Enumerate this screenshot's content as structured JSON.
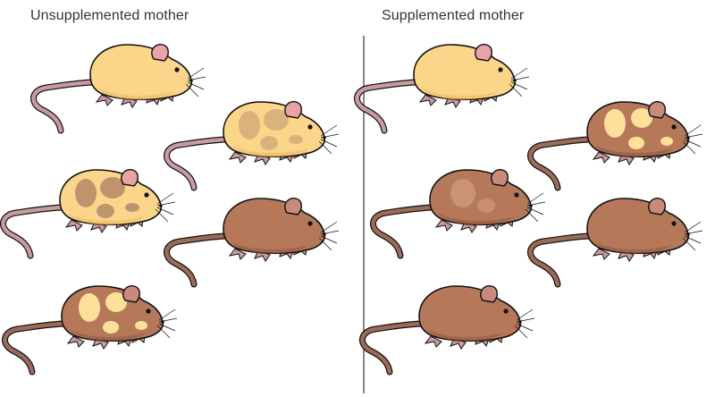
{
  "panels": [
    {
      "title": "Unsupplemented mother",
      "mice": [
        {
          "coat": "yellow",
          "mottling": "none"
        },
        {
          "coat": "yellow",
          "mottling": "light"
        },
        {
          "coat": "yellow",
          "mottling": "heavy"
        },
        {
          "coat": "pseudoagouti",
          "mottling": "none"
        },
        {
          "coat": "brown",
          "mottling": "yellow-patches"
        }
      ]
    },
    {
      "title": "Supplemented mother",
      "mice": [
        {
          "coat": "yellow",
          "mottling": "none"
        },
        {
          "coat": "brown",
          "mottling": "yellow-patches"
        },
        {
          "coat": "pseudoagouti",
          "mottling": "faint"
        },
        {
          "coat": "pseudoagouti",
          "mottling": "none"
        },
        {
          "coat": "pseudoagouti",
          "mottling": "none"
        }
      ]
    }
  ],
  "colors": {
    "yellow_fur": "#fbd58a",
    "yellow_shade": "#f0b85c",
    "brown_fur": "#b5795a",
    "brown_shade": "#8f573b",
    "patch_dark": "#b28868",
    "patch_light": "#fde19b",
    "tail": "#c99aa0",
    "ear": "#e9a3a8",
    "outline": "#111111",
    "divider": "#444444"
  }
}
